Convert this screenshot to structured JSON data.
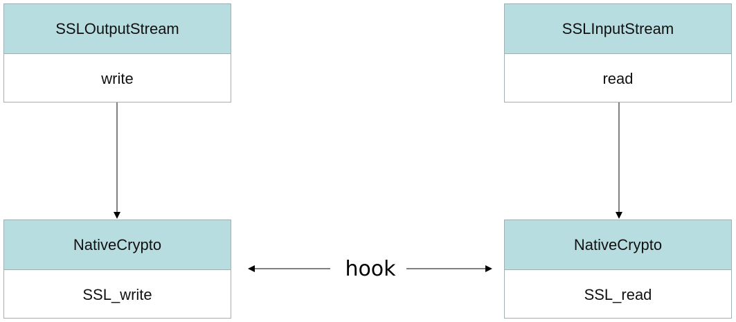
{
  "diagram": {
    "output_stream": {
      "class_name": "SSLOutputStream",
      "method": "write"
    },
    "input_stream": {
      "class_name": "SSLInputStream",
      "method": "read"
    },
    "native_left": {
      "class_name": "NativeCrypto",
      "method": "SSL_write"
    },
    "native_right": {
      "class_name": "NativeCrypto",
      "method": "SSL_read"
    },
    "hook_label": "hook"
  },
  "colors": {
    "header_fill": "#b7dde0",
    "border": "#9fb0b4",
    "arrow": "#000000"
  }
}
